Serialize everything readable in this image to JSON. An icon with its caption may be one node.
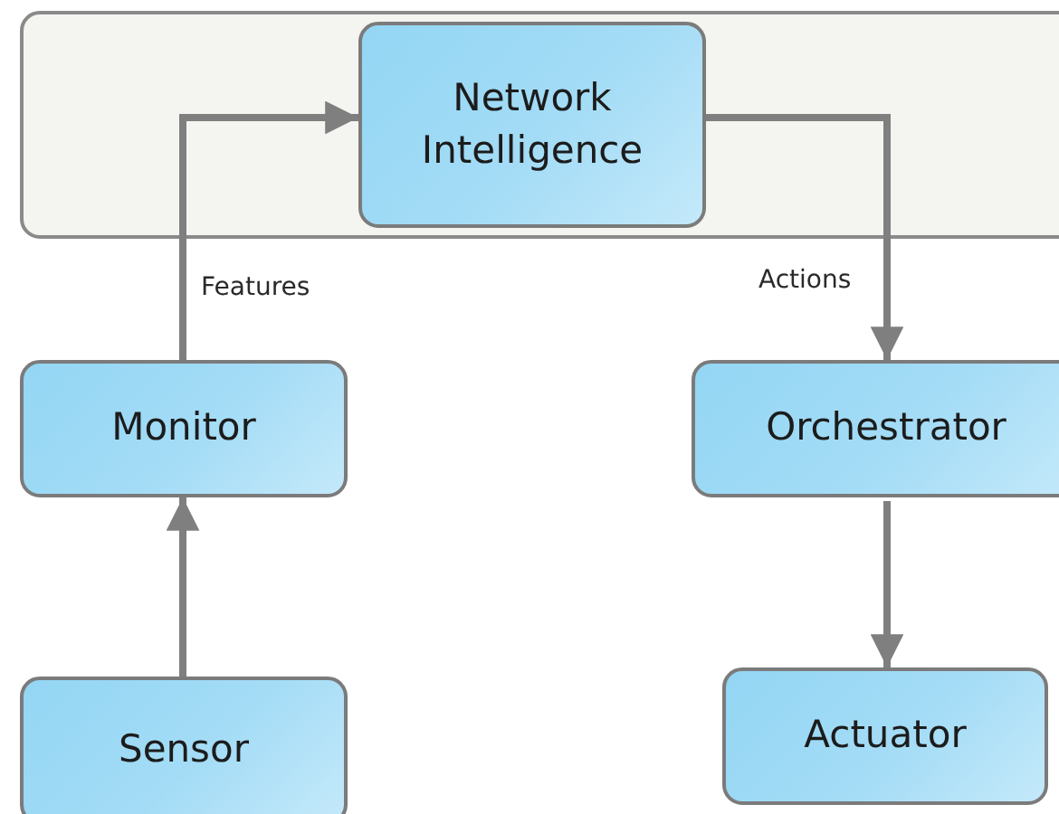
{
  "diagram": {
    "nodes": [
      {
        "text": [],
        "shape": "box"
      },
      {
        "text": [
          "Network Intelligence"
        ],
        "in": 0
      },
      {
        "text": [
          "Monitor"
        ]
      },
      {
        "text": [
          "Orchestrator"
        ]
      },
      {
        "text": [
          "Sensor"
        ]
      },
      {
        "text": [
          "Actuator"
        ]
      }
    ],
    "edges": [
      {
        "from": 4,
        "to": 2,
        "arrow": "to"
      },
      {
        "from": 2,
        "to": 1,
        "arrow": "to",
        "label": "Features"
      },
      {
        "from": 1,
        "to": 3,
        "arrow": "to",
        "label": "Actions"
      },
      {
        "from": 3,
        "to": 5,
        "arrow": "to"
      }
    ]
  }
}
